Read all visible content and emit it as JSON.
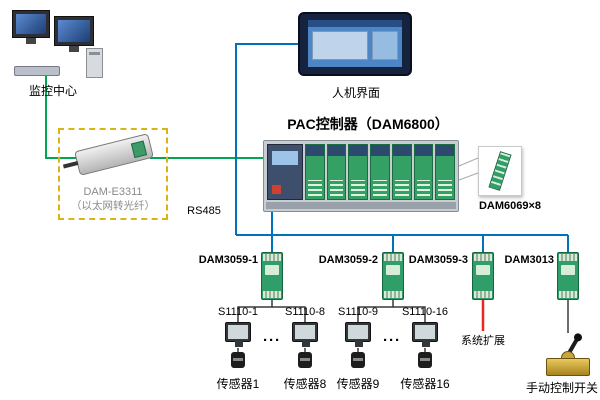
{
  "diagram": {
    "title": "PAC控制器（DAM6800）",
    "monitor_center_label": "监控中心",
    "hmi_label": "人机界面",
    "converter": {
      "name": "DAM-E3311",
      "desc": "（以太网转光纤）"
    },
    "bus_label": "RS485",
    "expansion_io_label": "DAM6069×8",
    "io_modules": [
      {
        "label": "DAM3059-1"
      },
      {
        "label": "DAM3059-2"
      },
      {
        "label": "DAM3059-3"
      },
      {
        "label": "DAM3013"
      }
    ],
    "sensor_nodes": [
      {
        "id": "S1110-1",
        "name": "传感器1"
      },
      {
        "id": "S1110-8",
        "name": "传感器8"
      },
      {
        "id": "S1110-9",
        "name": "传感器9"
      },
      {
        "id": "S1110-16",
        "name": "传感器16"
      }
    ],
    "ellipsis": "···",
    "system_expansion_label": "系统扩展",
    "manual_switch_label": "手动控制开关",
    "colors": {
      "green_line": "#00a651",
      "blue_line": "#0072bc",
      "red_line": "#e8281e"
    }
  }
}
